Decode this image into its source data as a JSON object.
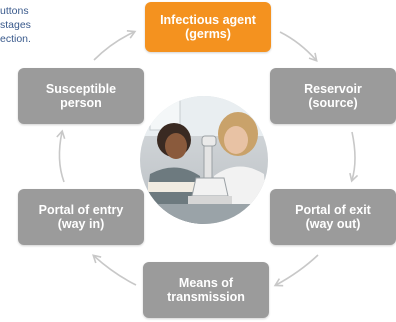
{
  "intro": {
    "lines": [
      "uttons",
      "stages",
      "ection."
    ]
  },
  "stages": {
    "infectious_agent": {
      "line1": "Infectious agent",
      "line2": "(germs)",
      "color": "#f4921f"
    },
    "reservoir": {
      "line1": "Reservoir",
      "line2": "(source)",
      "color": "#9b9b9b"
    },
    "portal_exit": {
      "line1": "Portal of exit",
      "line2": "(way out)",
      "color": "#9b9b9b"
    },
    "means": {
      "line1": "Means of",
      "line2": "transmission",
      "color": "#9b9b9b"
    },
    "portal_entry": {
      "line1": "Portal of entry",
      "line2": "(way in)",
      "color": "#9b9b9b"
    },
    "susceptible": {
      "line1": "Susceptible",
      "line2": "person",
      "color": "#9b9b9b"
    }
  },
  "icons": {
    "photo": "students-with-microscope-photo",
    "arrow": "cycle-arrow-icon"
  }
}
